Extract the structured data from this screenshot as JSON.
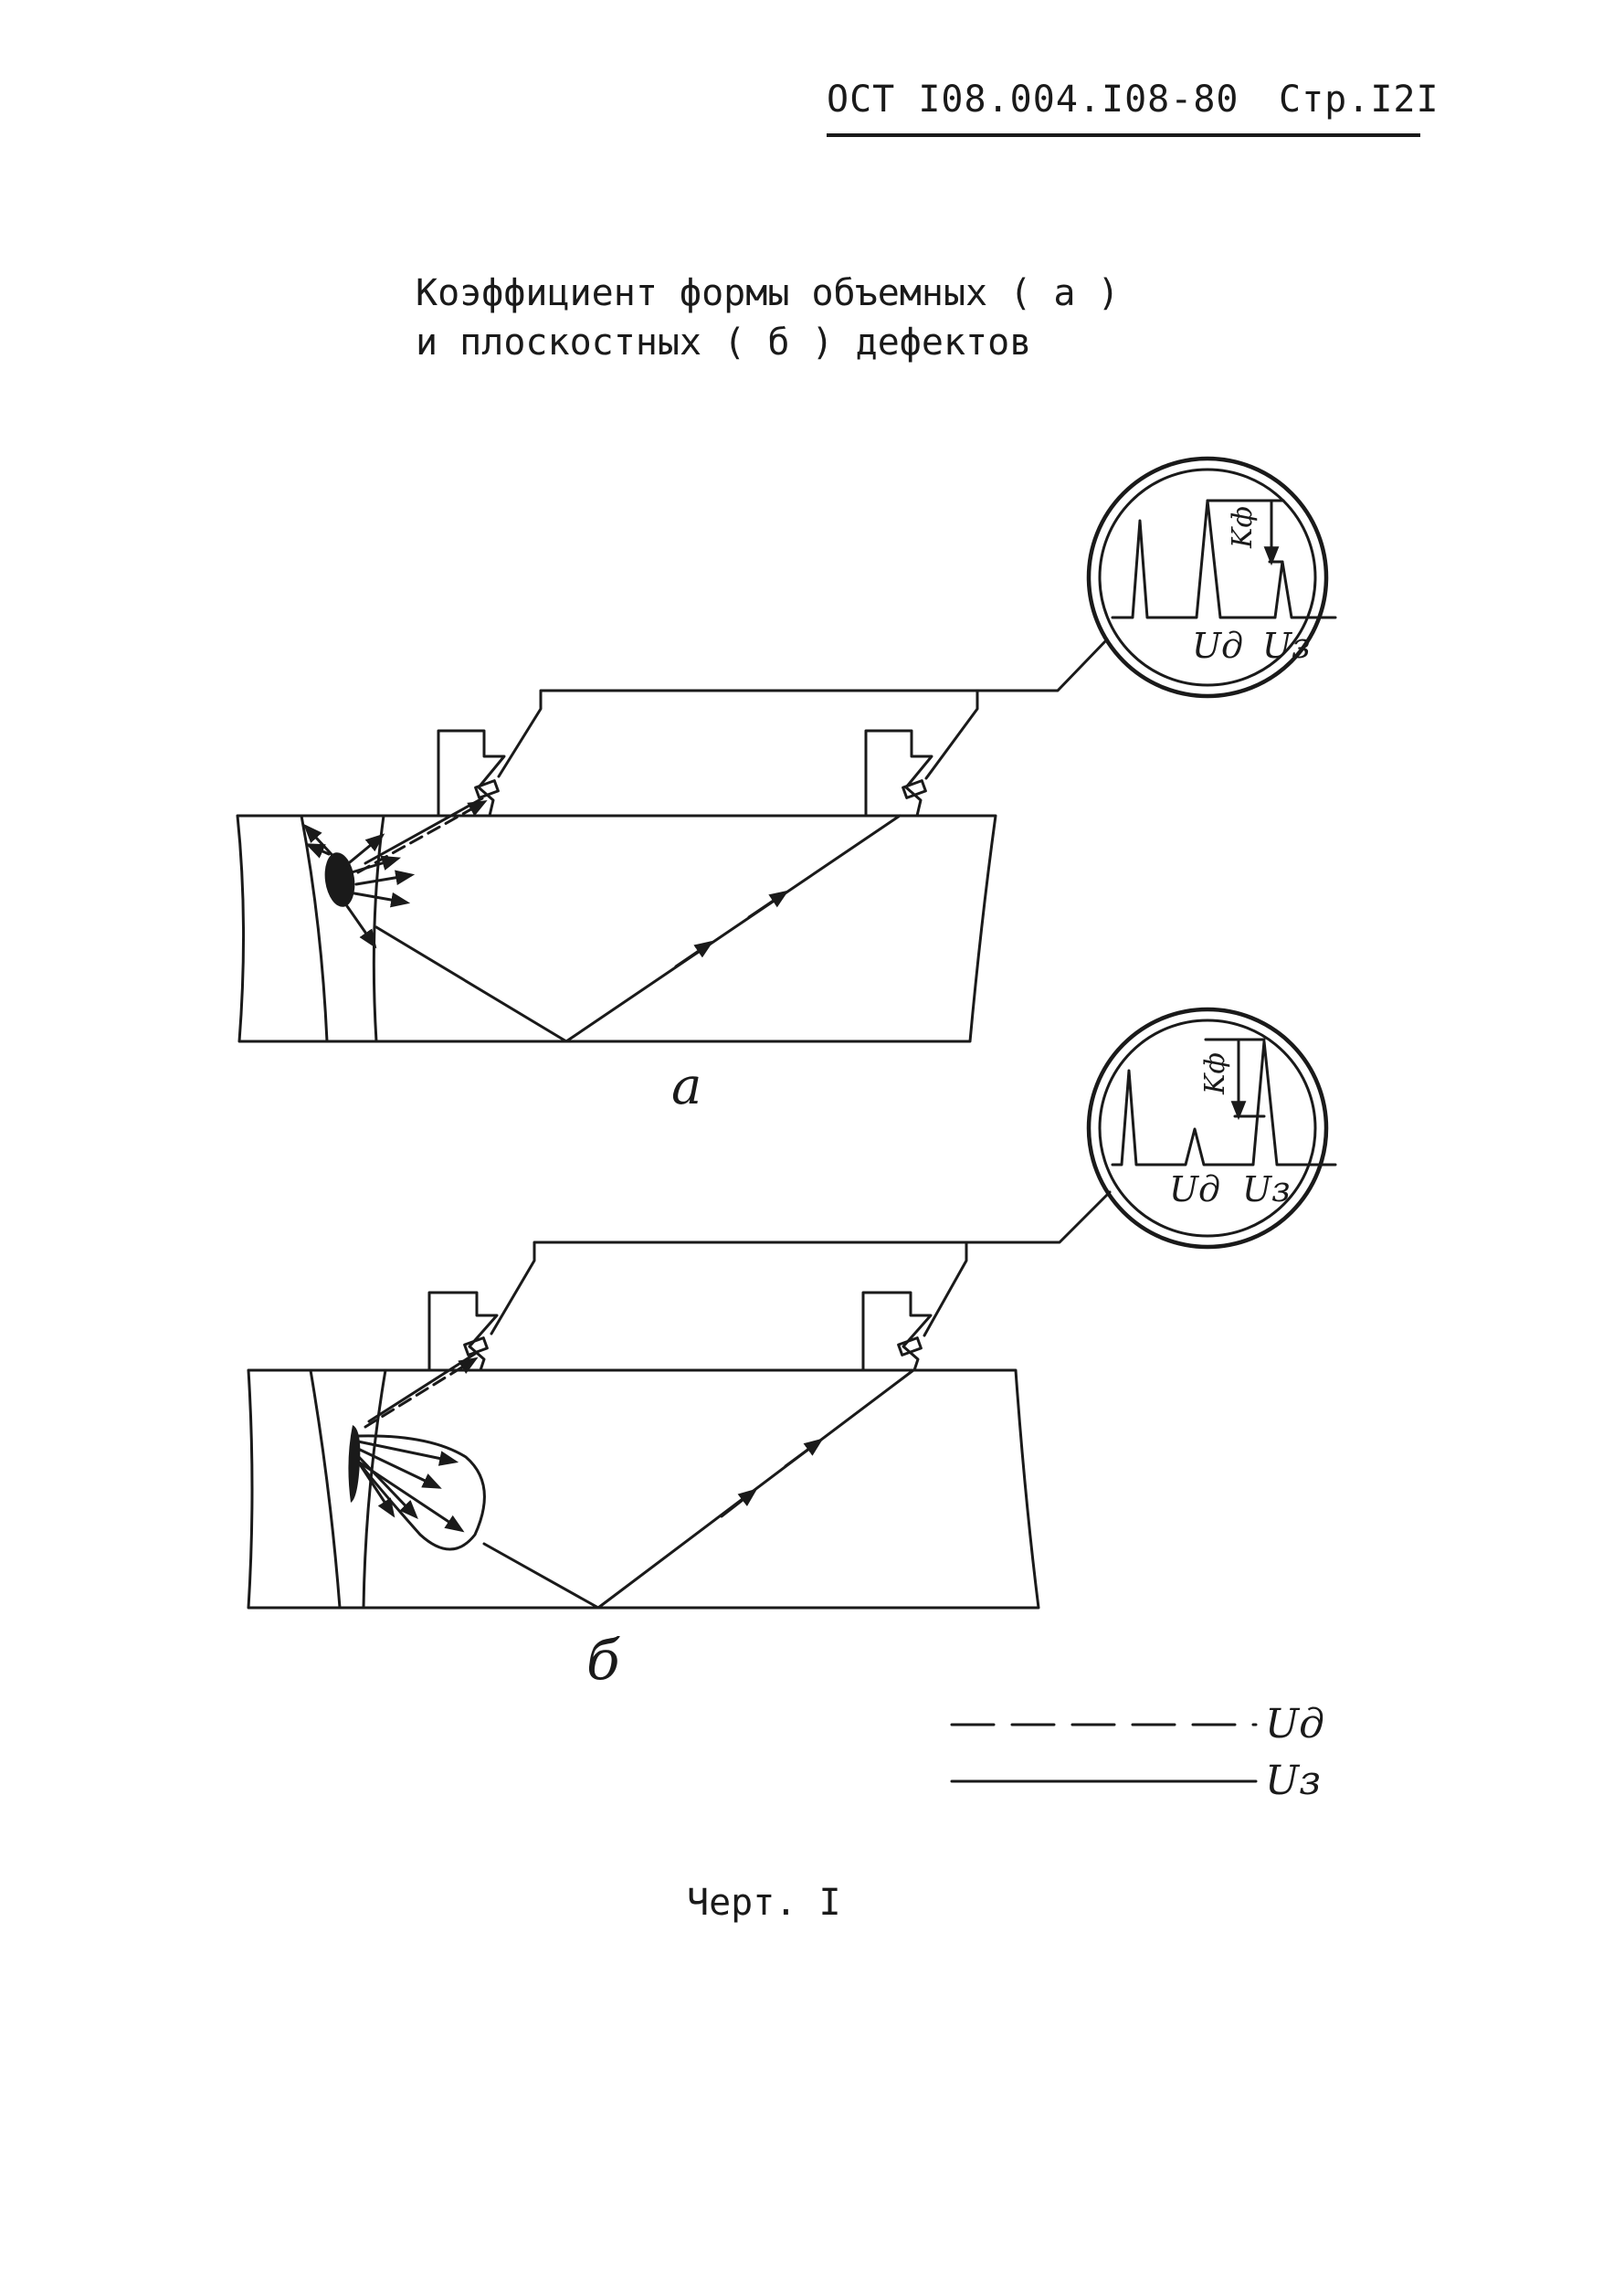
{
  "header": {
    "doc_code": "ОСТ I08.004.I08-80",
    "page": "Стр.I2I"
  },
  "title": {
    "line1": "Коэффициент формы объемных ( а )",
    "line2": "и плоскостных ( б ) дефектов"
  },
  "figure_a": {
    "label": "а",
    "inset": {
      "kf_label": "Kф",
      "ud_label": "Uд",
      "uz_label": "Uз"
    }
  },
  "figure_b": {
    "label": "б",
    "inset": {
      "kf_label": "Kф",
      "ud_label": "Uд",
      "uz_label": "Uз"
    }
  },
  "legend": {
    "dashed": "Uд",
    "solid": "Uз"
  },
  "caption": "Черт. I"
}
